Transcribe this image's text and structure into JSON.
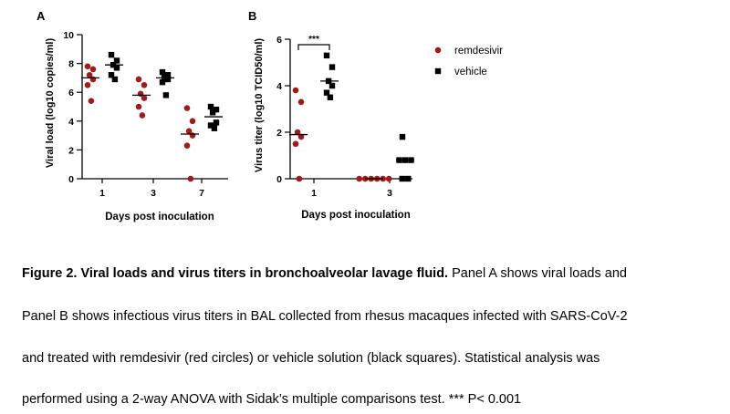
{
  "chart_data": [
    {
      "type": "scatter",
      "panel": "A",
      "xlabel": "Days post inoculation",
      "ylabel": "Viral load (log10 copies/ml)",
      "categories": [
        "1",
        "3",
        "7"
      ],
      "ylim": [
        0,
        10
      ],
      "yticks": [
        "0",
        "2",
        "4",
        "6",
        "8",
        "10"
      ],
      "grid": false,
      "series": [
        {
          "name": "remdesivir",
          "color": "#a31a1a",
          "marker": "circle",
          "values": [
            [
              7.8,
              7.6,
              7.2,
              6.9,
              6.5,
              5.4
            ],
            [
              6.9,
              6.5,
              5.9,
              5.6,
              5.0,
              4.4
            ],
            [
              4.9,
              4.0,
              3.3,
              3.0,
              2.3,
              0.0
            ]
          ]
        },
        {
          "name": "vehicle",
          "color": "#000000",
          "marker": "square",
          "values": [
            [
              8.6,
              8.2,
              7.9,
              7.7,
              7.2,
              6.9
            ],
            [
              7.4,
              7.2,
              7.0,
              6.9,
              6.7,
              5.8
            ],
            [
              5.0,
              4.8,
              4.6,
              3.9,
              3.7,
              3.5
            ]
          ]
        }
      ],
      "medians": {
        "remdesivir": [
          7.0,
          5.8,
          3.1
        ],
        "vehicle": [
          7.9,
          7.0,
          4.3
        ]
      }
    },
    {
      "type": "scatter",
      "panel": "B",
      "xlabel": "Days post inoculation",
      "ylabel": "Virus titer (log10 TCID50/ml)",
      "categories": [
        "1",
        "3"
      ],
      "ylim": [
        0,
        6
      ],
      "yticks": [
        "0",
        "2",
        "4",
        "6"
      ],
      "grid": false,
      "series": [
        {
          "name": "remdesivir",
          "color": "#a31a1a",
          "marker": "circle",
          "values": [
            [
              3.8,
              3.3,
              2.0,
              1.8,
              1.5,
              0.0
            ],
            [
              0.0,
              0.0,
              0.0,
              0.0,
              0.0,
              0.0
            ]
          ]
        },
        {
          "name": "vehicle",
          "color": "#000000",
          "marker": "square",
          "values": [
            [
              5.3,
              4.8,
              4.2,
              4.0,
              3.7,
              3.5
            ],
            [
              1.8,
              0.8,
              0.8,
              0.8,
              0.0,
              0.0
            ]
          ]
        }
      ],
      "medians": {
        "remdesivir": [
          1.9,
          0.0
        ],
        "vehicle": [
          4.2,
          0.8
        ]
      },
      "annotations": [
        {
          "text": "***",
          "between": [
            "remdesivir",
            "vehicle"
          ],
          "category": "1"
        }
      ],
      "legend": {
        "position": "right",
        "entries": [
          "remdesivir",
          "vehicle"
        ]
      }
    }
  ],
  "caption": {
    "line1_bold": "Figure 2. Viral loads and virus titers in bronchoalveolar lavage fluid.",
    "line1_rest": " Panel A shows viral loads and",
    "line2": "Panel B shows infectious virus titers in BAL collected from rhesus macaques infected with SARS-CoV-2",
    "line3": "and treated with remdesivir (red circles) or vehicle solution (black squares). Statistical analysis was",
    "line4": "performed using a 2-way ANOVA with Sidak’s multiple comparisons test. *** P< 0.001"
  }
}
